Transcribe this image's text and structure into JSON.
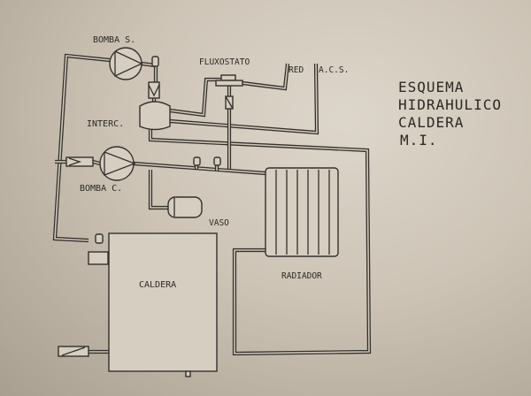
{
  "title": {
    "lines": [
      "ESQUEMA",
      "HIDRAHULICO",
      "CALDERA",
      "M.I."
    ]
  },
  "labels": {
    "bomba_s": "BOMBA S.",
    "fluxostato": "FLUXOSTATO",
    "red": "RED",
    "acs": "A.C.S.",
    "interc": "INTERC.",
    "bomba_c": "BOMBA C.",
    "vaso": "VASO",
    "caldera": "CALDERA",
    "radiador": "RADIADOR"
  }
}
